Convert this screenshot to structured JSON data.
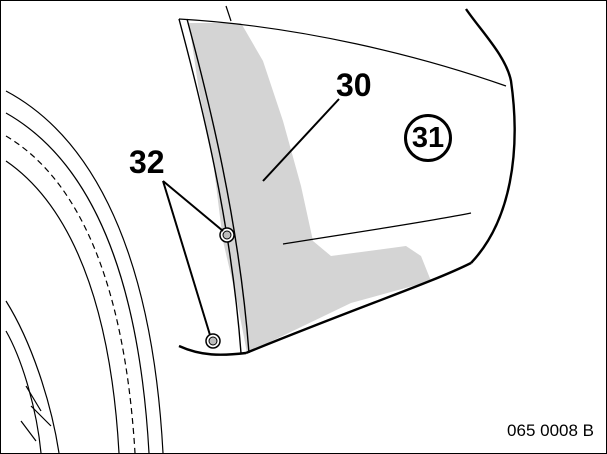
{
  "figure": {
    "labels": {
      "trim_panel": "30",
      "bumper": "31",
      "fasteners": "32"
    },
    "caption": "065 0008 B",
    "colors": {
      "line": "#000000",
      "highlight": "#d4d4d4",
      "background": "#ffffff"
    }
  }
}
